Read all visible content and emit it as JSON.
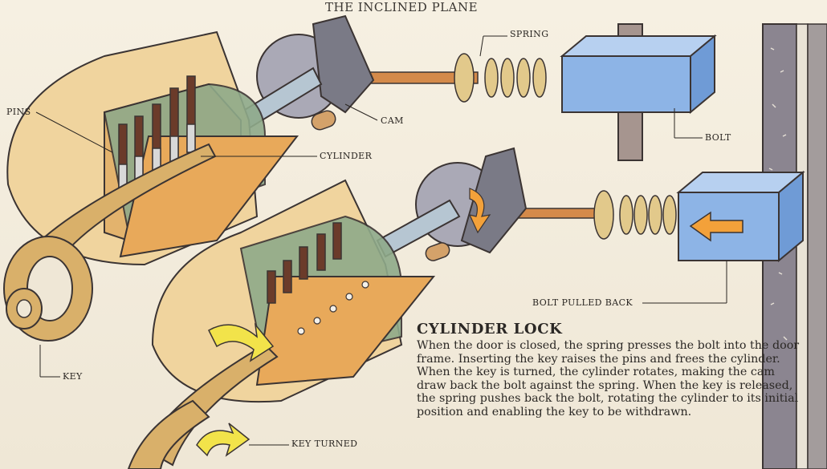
{
  "header": {
    "title": "The Inclined Plane"
  },
  "labels": {
    "pins": "Pins",
    "spring": "Spring",
    "cam": "Cam",
    "bolt": "Bolt",
    "cylinder": "Cylinder",
    "bolt_pulled_back": "Bolt Pulled Back",
    "key": "Key",
    "key_turned": "Key Turned"
  },
  "caption": {
    "title": "Cylinder Lock",
    "body": "When the door is closed, the spring presses the bolt into the door frame. Inserting the key raises the pins and frees the cylinder. When the key is turned, the cylinder rotates, making the cam draw back the bolt against the spring. When the key is released, the spring pushes back the bolt, rotating the cylinder to its initial position and enabling the key to be withdrawn."
  },
  "colors": {
    "brass": "#d9b06a",
    "wood": "#e3b36d",
    "cylinder": "#8faa8a",
    "cam": "#7a7a86",
    "bolt": "#8db4e6",
    "spring": "#e2c98b",
    "arrow": "#f3a13a",
    "yellow_arrow": "#f2e34a",
    "frame": "#8a8284"
  }
}
